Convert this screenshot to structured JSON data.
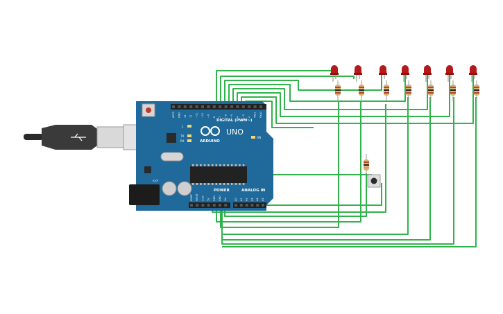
{
  "board": {
    "brand_logo_text": "ARDUINO",
    "model": "UNO",
    "header_digital_label": "DIGITAL (PWM~)",
    "header_power_label": "POWER",
    "header_analog_label": "ANALOG IN",
    "led_on_label": "ON",
    "led_l_label": "L",
    "led_tx_label": "TX",
    "led_rx_label": "RX",
    "icsp_label": "ICSP",
    "digital_pins": [
      "AREF",
      "GND",
      "13",
      "12",
      "~11",
      "~10",
      "~9",
      "8",
      "7",
      "~6",
      "~5",
      "4",
      "~3",
      "2",
      "TX▸1",
      "RX◂0"
    ],
    "power_pins": [
      "IOREF",
      "RESET",
      "3.3V",
      "5V",
      "GND",
      "GND",
      "Vin"
    ],
    "analog_pins": [
      "A0",
      "A1",
      "A2",
      "A3",
      "A4",
      "A5"
    ]
  },
  "colors": {
    "board": "#1f6a9a",
    "wire": "#2fb34a",
    "led": "#b51a1a",
    "resistor_body": "#d8b27a",
    "header": "#222222",
    "usb": "#3a3a3a"
  },
  "components": {
    "led_count": 7,
    "resistor_count": 8,
    "button_count": 1
  }
}
